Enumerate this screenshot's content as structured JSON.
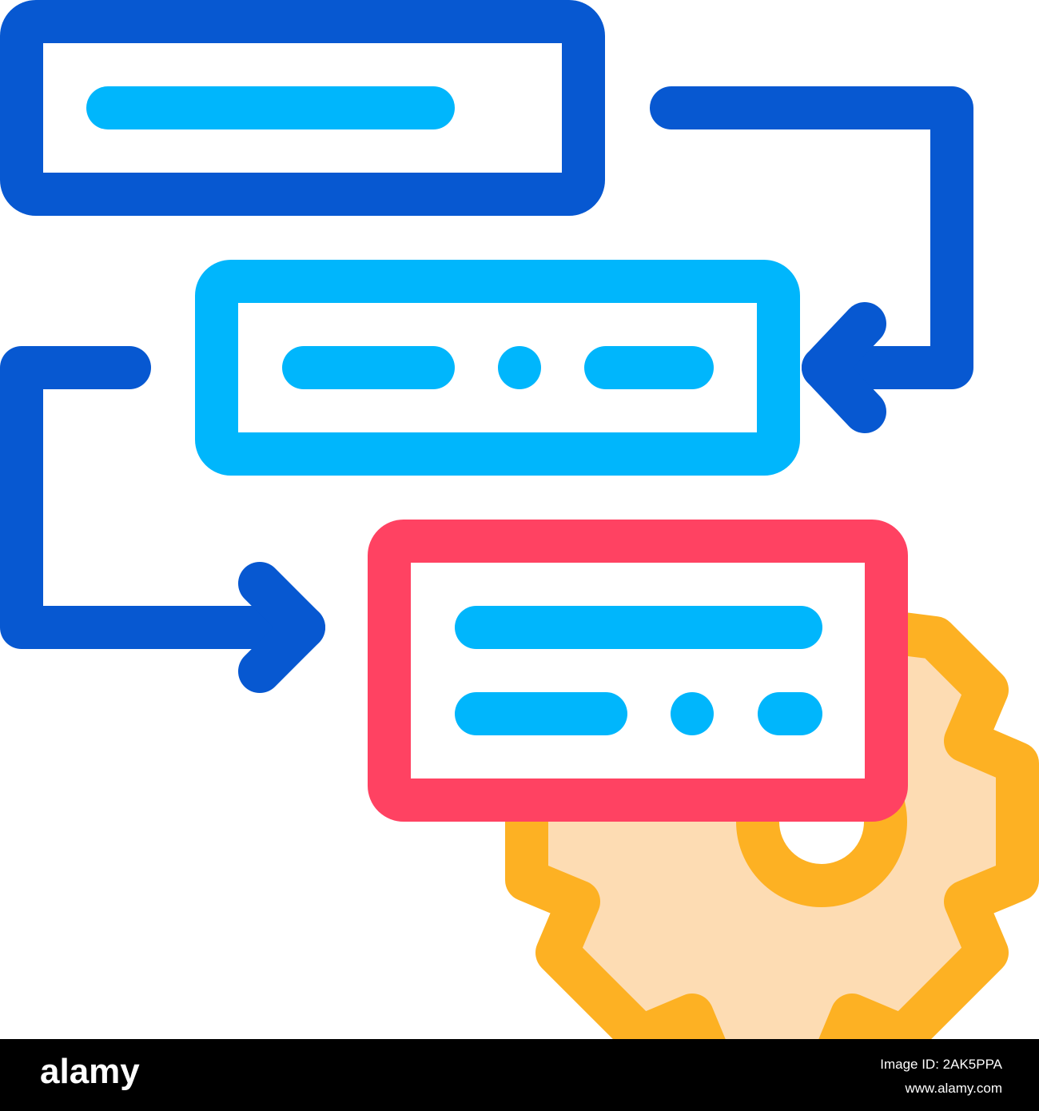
{
  "icon": {
    "name": "workflow-process-gear-icon",
    "colors": {
      "dark_blue": "#0758d1",
      "light_blue": "#00b6fc",
      "red": "#ff4262",
      "orange": "#fdb123",
      "peach": "#fddcb3",
      "background": "#ffffff"
    }
  },
  "footer": {
    "brand": "alamy",
    "image_id": "Image ID: 2AK5PPA",
    "url": "www.alamy.com"
  }
}
